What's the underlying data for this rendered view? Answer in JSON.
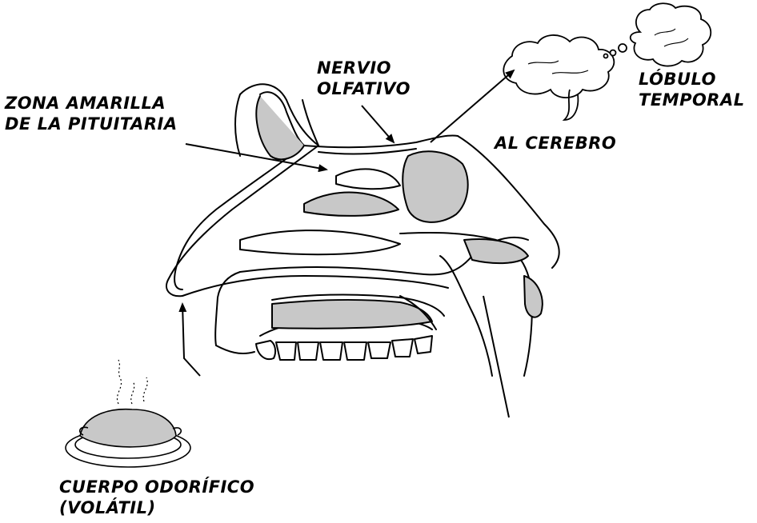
{
  "labels": {
    "zona_amarilla": {
      "line1": "ZONA AMARILLA",
      "line2": "DE LA PITUITARIA"
    },
    "nervio_olfativo": {
      "line1": "NERVIO",
      "line2": "OLFATIVO"
    },
    "lobulo_temporal": {
      "line1": "LÓBULO",
      "line2": "TEMPORAL"
    },
    "al_cerebro": "AL CEREBRO",
    "cuerpo_odorifico": {
      "line1": "CUERPO ODORÍFICO",
      "line2": "(VOLÁTIL)"
    }
  },
  "colors": {
    "ink": "#000000",
    "shade": "#c8c8c8",
    "background": "#ffffff"
  }
}
